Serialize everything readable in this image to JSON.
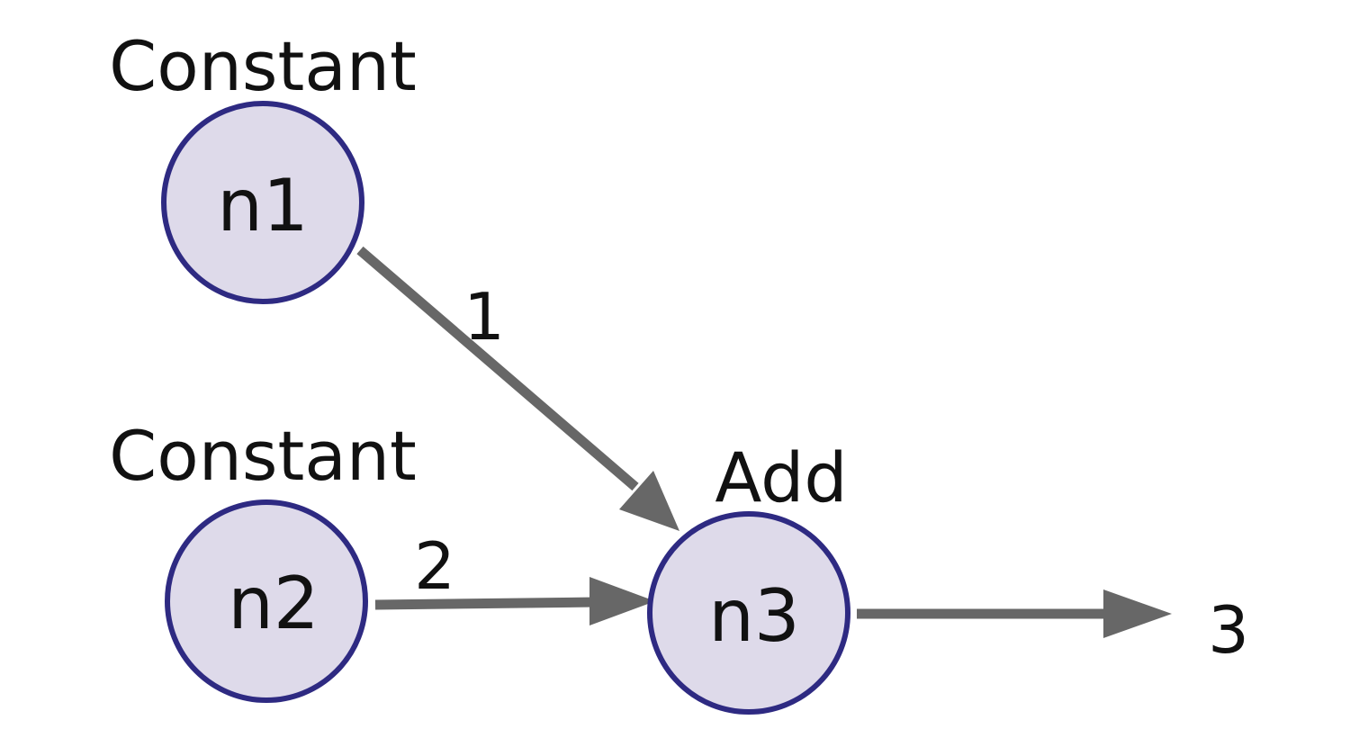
{
  "nodes": [
    {
      "id": "n1",
      "type": "Constant"
    },
    {
      "id": "n2",
      "type": "Constant"
    },
    {
      "id": "n3",
      "type": "Add"
    }
  ],
  "edges": [
    {
      "from": "n1",
      "to": "n3",
      "label": "1"
    },
    {
      "from": "n2",
      "to": "n3",
      "label": "2"
    }
  ],
  "output": {
    "from": "n3",
    "label": "3"
  },
  "colors": {
    "node_fill": "#dedaea",
    "node_stroke": "#2e2a82",
    "edge": "#676767",
    "text": "#111111"
  }
}
